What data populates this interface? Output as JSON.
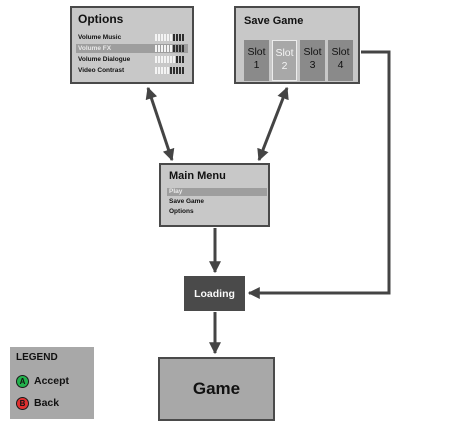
{
  "options": {
    "title": "Options",
    "items": [
      {
        "label": "Volume Music",
        "level": 0.6,
        "selected": false
      },
      {
        "label": "Volume FX",
        "level": 0.6,
        "selected": true
      },
      {
        "label": "Volume Dialogue",
        "level": 0.7,
        "selected": false
      },
      {
        "label": "Video Contrast",
        "level": 0.5,
        "selected": false
      }
    ]
  },
  "save_game": {
    "title": "Save Game",
    "slots": [
      {
        "line1": "Slot",
        "line2": "1",
        "selected": false
      },
      {
        "line1": "Slot",
        "line2": "2",
        "selected": true
      },
      {
        "line1": "Slot",
        "line2": "3",
        "selected": false
      },
      {
        "line1": "Slot",
        "line2": "4",
        "selected": false
      }
    ]
  },
  "main_menu": {
    "title": "Main Menu",
    "items": [
      {
        "label": "Play",
        "selected": true
      },
      {
        "label": "Save Game",
        "selected": false
      },
      {
        "label": "Options",
        "selected": false
      }
    ]
  },
  "loading": {
    "label": "Loading"
  },
  "game": {
    "label": "Game"
  },
  "legend": {
    "title": "LEGEND",
    "entries": [
      {
        "button": "A",
        "label": "Accept",
        "color": "#22b14c"
      },
      {
        "button": "B",
        "label": "Back",
        "color": "#e03030"
      }
    ]
  },
  "colors": {
    "box_fill": "#c8c8c8",
    "box_border": "#4a4a4a",
    "loading_fill": "#4a4a4a",
    "game_fill": "#a8a8a8",
    "arrow": "#444444"
  }
}
